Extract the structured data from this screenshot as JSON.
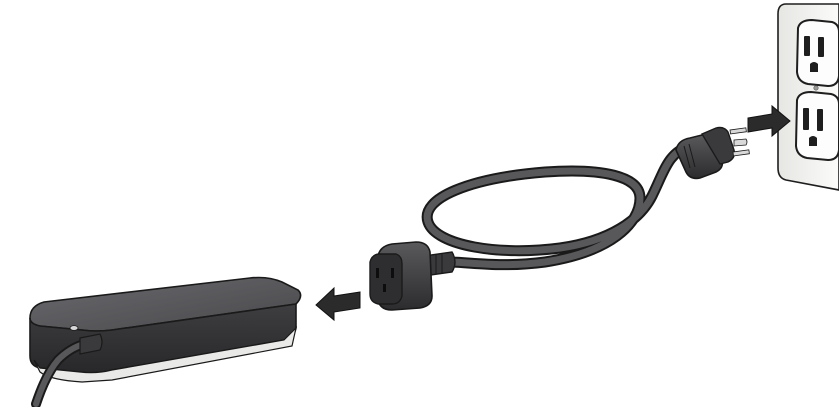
{
  "illustration": {
    "type": "power-adapter-connection-diagram",
    "steps": [
      {
        "order": 1,
        "action": "plug-cord-into-adapter",
        "arrow_direction": "left"
      },
      {
        "order": 2,
        "action": "plug-cord-into-wall-outlet",
        "arrow_direction": "right"
      }
    ],
    "components": [
      "power-adapter-brick",
      "power-cord",
      "iec-c13-connector",
      "nema-5-15-plug",
      "duplex-wall-outlet"
    ],
    "outlet_receptacles": 2
  },
  "colors": {
    "background": "#ffffff",
    "adapter_body": "#3a3a3c",
    "adapter_top": "#56565a",
    "cord": "#474749",
    "arrow": "#2b2b2b",
    "wall_plate": "#f2f2f0",
    "outline": "#1e1e1e"
  }
}
